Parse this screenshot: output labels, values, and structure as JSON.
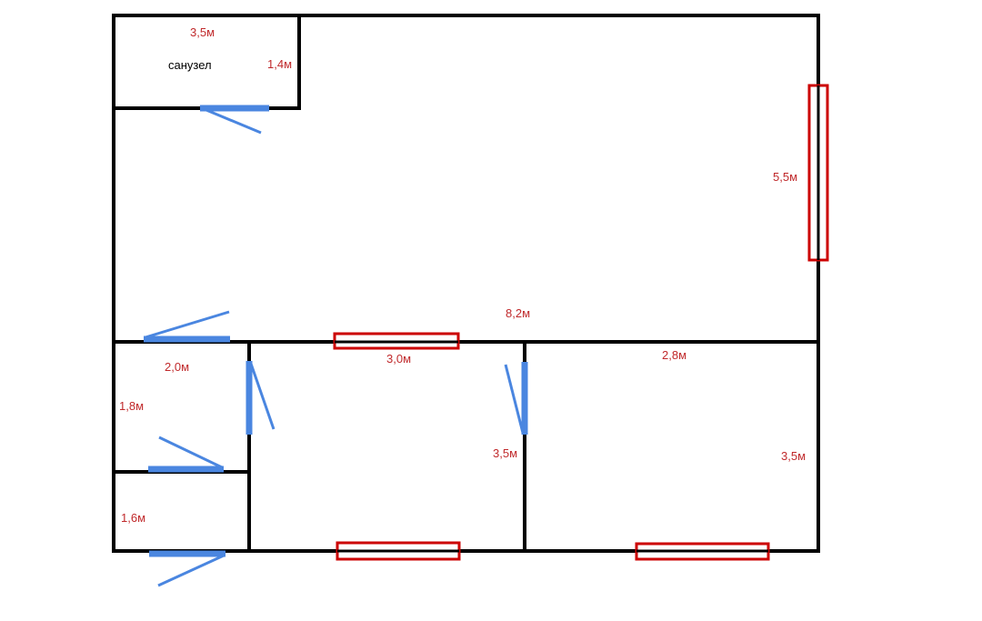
{
  "colors": {
    "wall": "#000000",
    "door": "#4a86e0",
    "window": "#cc0000",
    "dimension_text": "#c0292b",
    "label_text": "#000000",
    "background": "#ffffff"
  },
  "room_labels": {
    "bathroom": "санузел"
  },
  "dimensions": {
    "bathroom_width": "3,5м",
    "bathroom_depth": "1,4м",
    "living_right_wall": "5,5м",
    "living_length": "8,2м",
    "middle_room_width": "3,0м",
    "right_room_width": "2,8м",
    "small_room_width": "2,0м",
    "small_room_depth": "1,8м",
    "middle_room_depth": "3,5м",
    "right_room_depth": "3,5м",
    "entry_depth": "1,6м"
  },
  "legend_icons": [
    "door-icon",
    "window-icon"
  ]
}
